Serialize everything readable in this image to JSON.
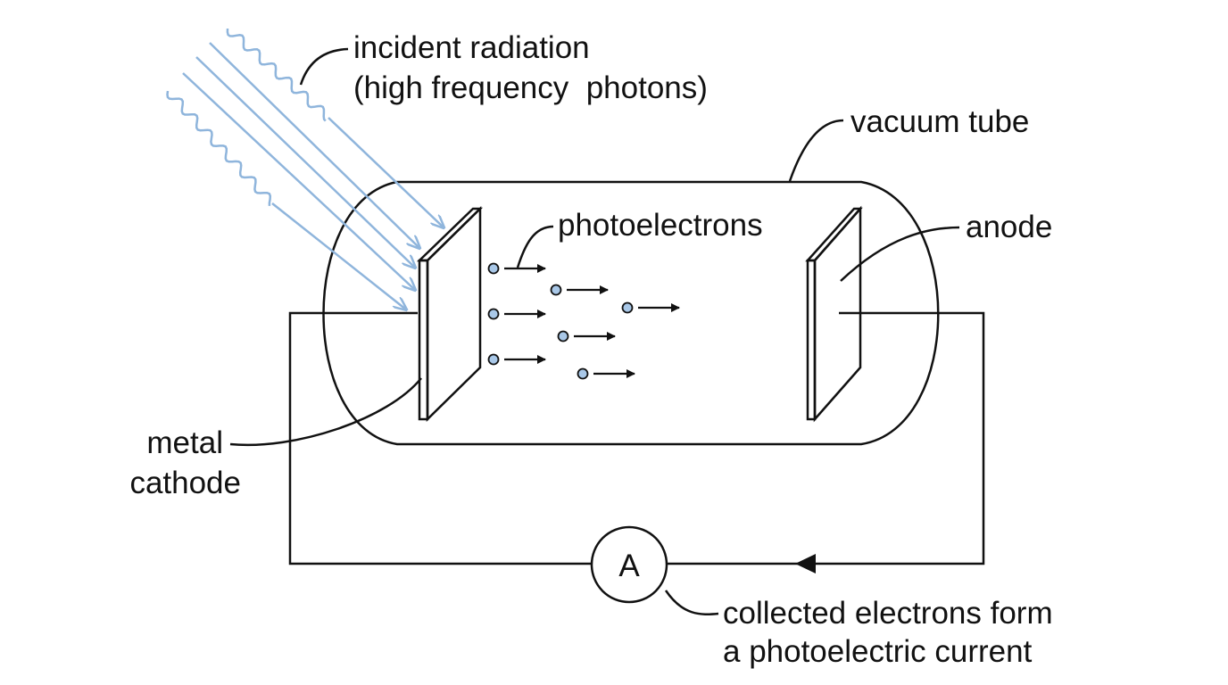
{
  "labels": {
    "incident_line1": "incident radiation",
    "incident_line2": "(high frequency  photons)",
    "vacuum_tube": "vacuum tube",
    "photoelectrons": "photoelectrons",
    "anode": "anode",
    "cathode_line1": "metal",
    "cathode_line2": "cathode",
    "ammeter": "A",
    "current_line1": "collected electrons form",
    "current_line2": "a photoelectric current"
  },
  "colors": {
    "ink": "#111111",
    "light_rays": "#8fb5dc",
    "electron_fill": "#a9c8e8",
    "background": "#ffffff"
  },
  "icons": {
    "ammeter": "circle-letter-a",
    "electron": "small-dot-with-arrow"
  }
}
